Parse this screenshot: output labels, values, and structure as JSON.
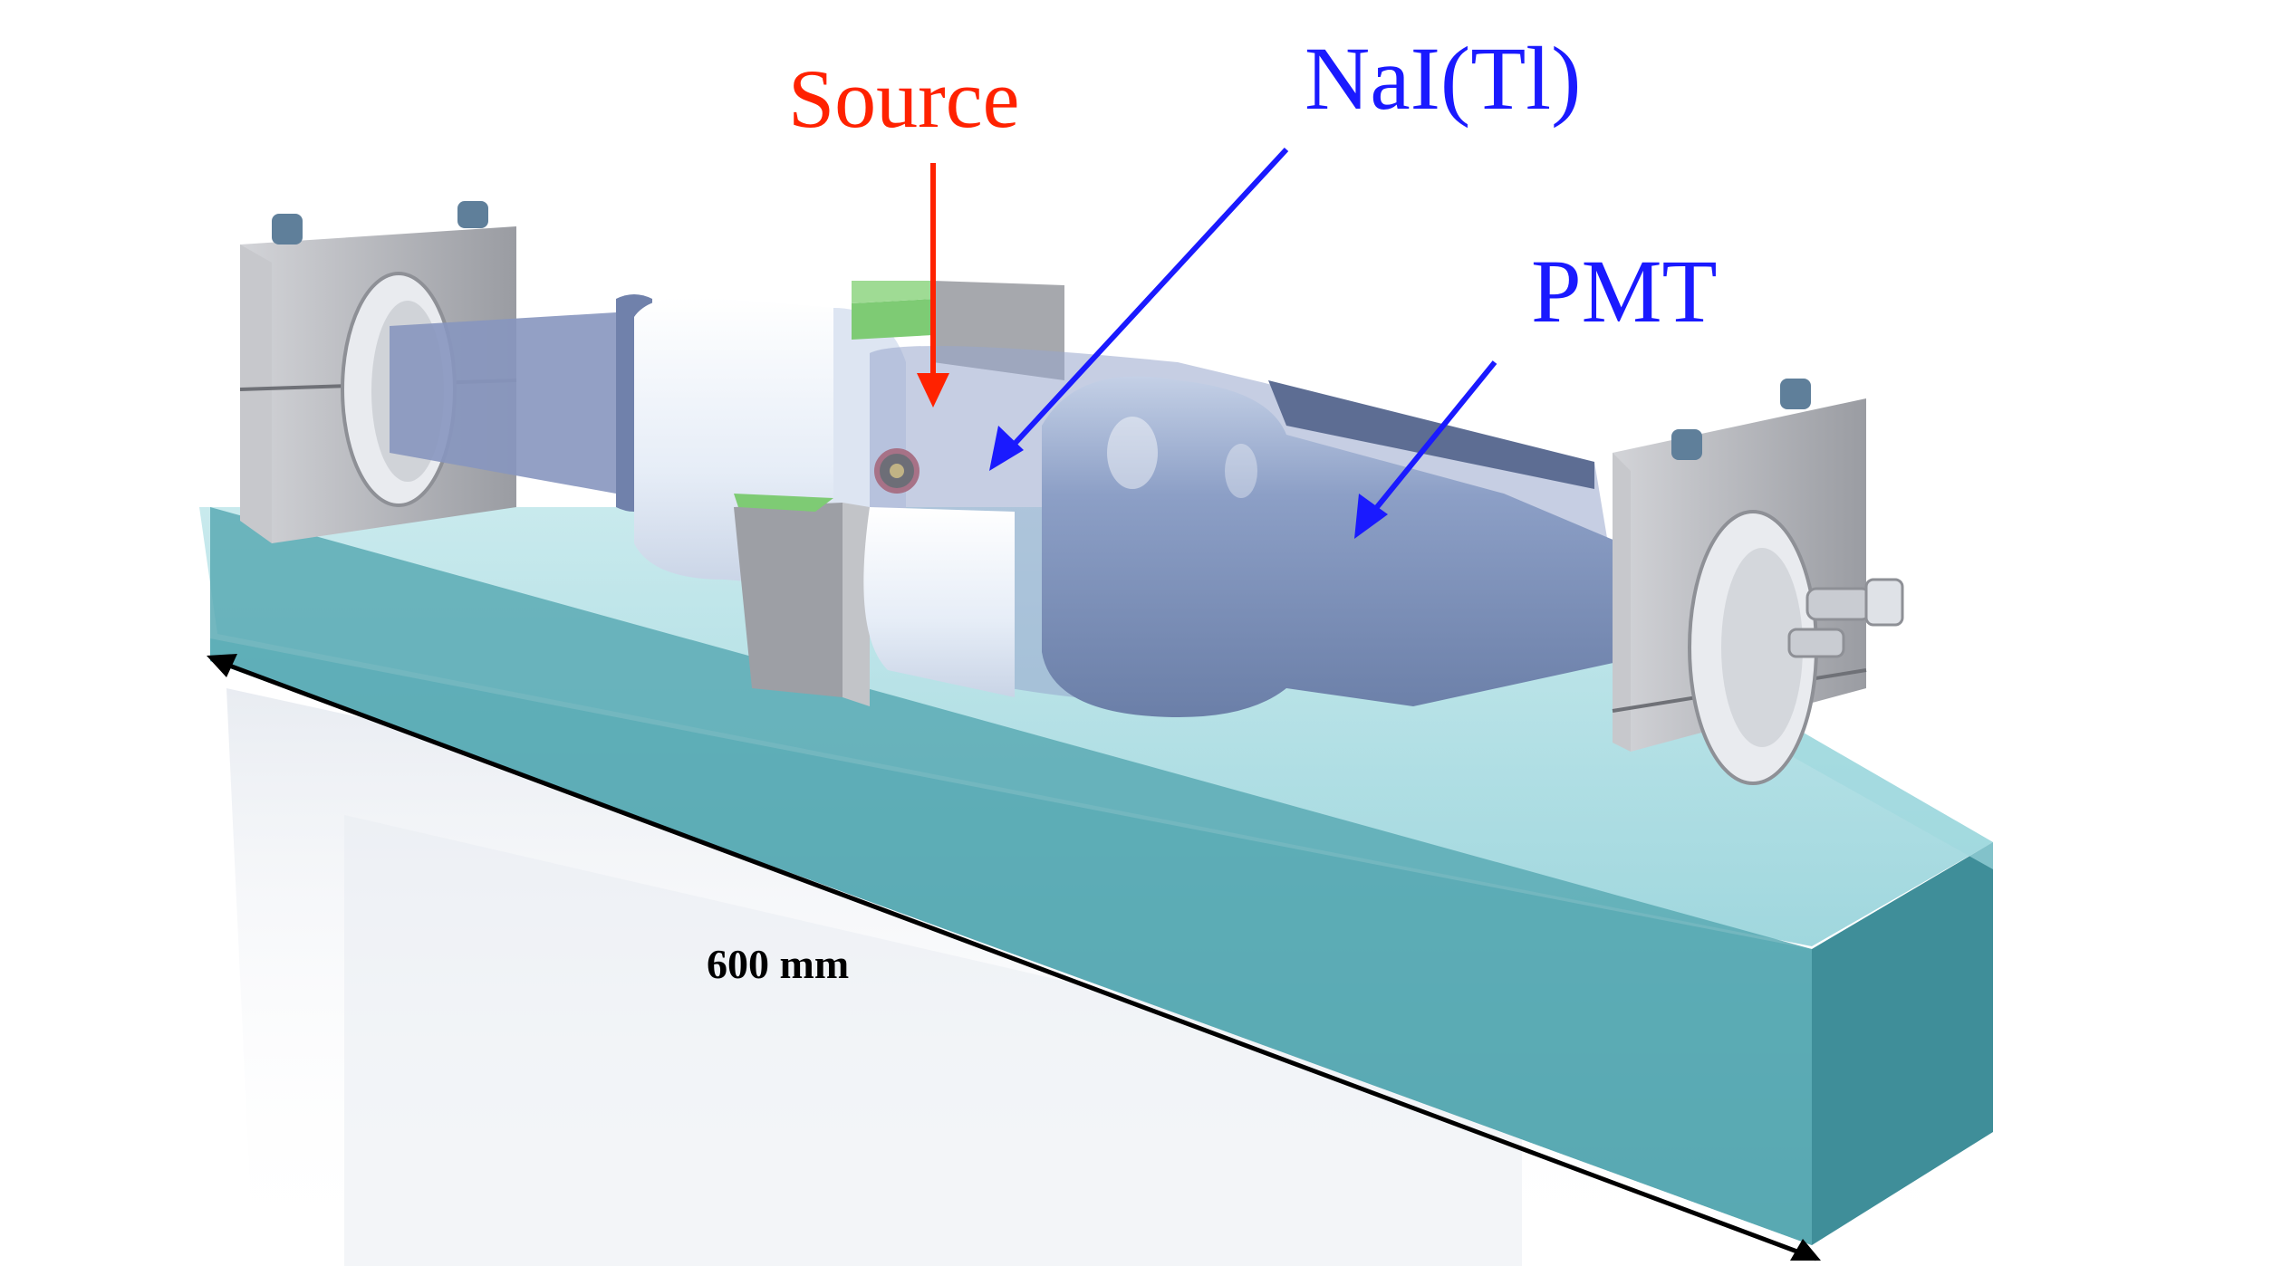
{
  "labels": {
    "source": "Source",
    "crystal": "NaI(Tl)",
    "pmt": "PMT",
    "length": "600 mm"
  },
  "colors": {
    "source_label": "#ff2200",
    "detector_labels": "#1a1aff",
    "length_label": "#000000",
    "tray": "#5fb3be",
    "tray_dark": "#3f8e99",
    "brackets": "#a9abb0",
    "tube_glass": "#8fa3c7",
    "crystal_white": "#eef3fb",
    "green_mount": "#7ecb74"
  }
}
